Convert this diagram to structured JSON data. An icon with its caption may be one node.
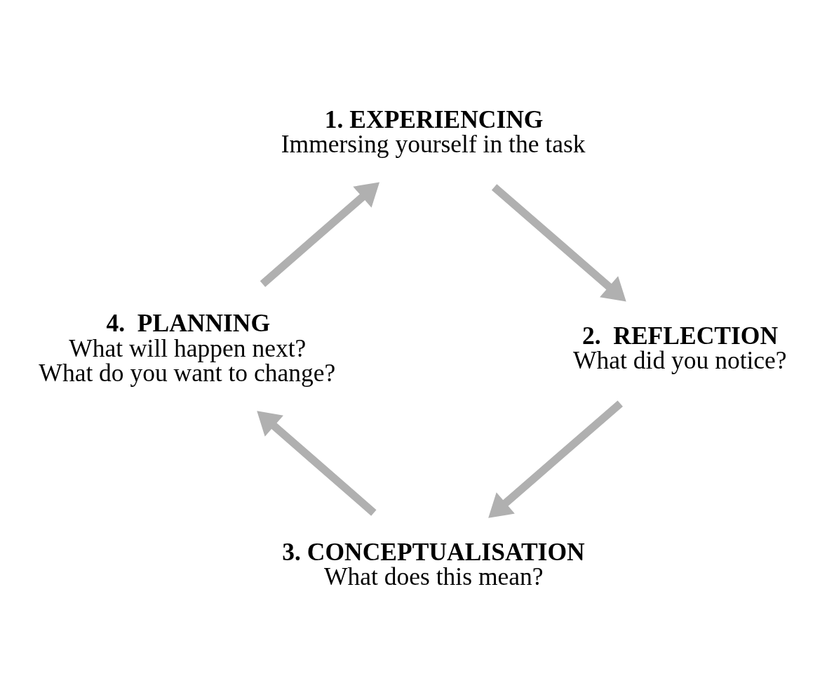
{
  "diagram": {
    "nodes": [
      {
        "text": [
          "1. EXPERIENCING",
          "Immersing yourself in the task"
        ]
      },
      {
        "text": [
          "2.  REFLECTION",
          "What did you notice?"
        ]
      },
      {
        "text": [
          "3. CONCEPTUALISATION",
          "What does this mean?"
        ]
      },
      {
        "text": [
          "4.  PLANNING",
          "What will happen next?",
          "What do you want to change?"
        ]
      }
    ],
    "edges": [
      {
        "from": 0,
        "to": 1,
        "arrow": "to"
      },
      {
        "from": 1,
        "to": 2,
        "arrow": "to"
      },
      {
        "from": 2,
        "to": 3,
        "arrow": "to"
      },
      {
        "from": 3,
        "to": 0,
        "arrow": "to"
      }
    ]
  }
}
